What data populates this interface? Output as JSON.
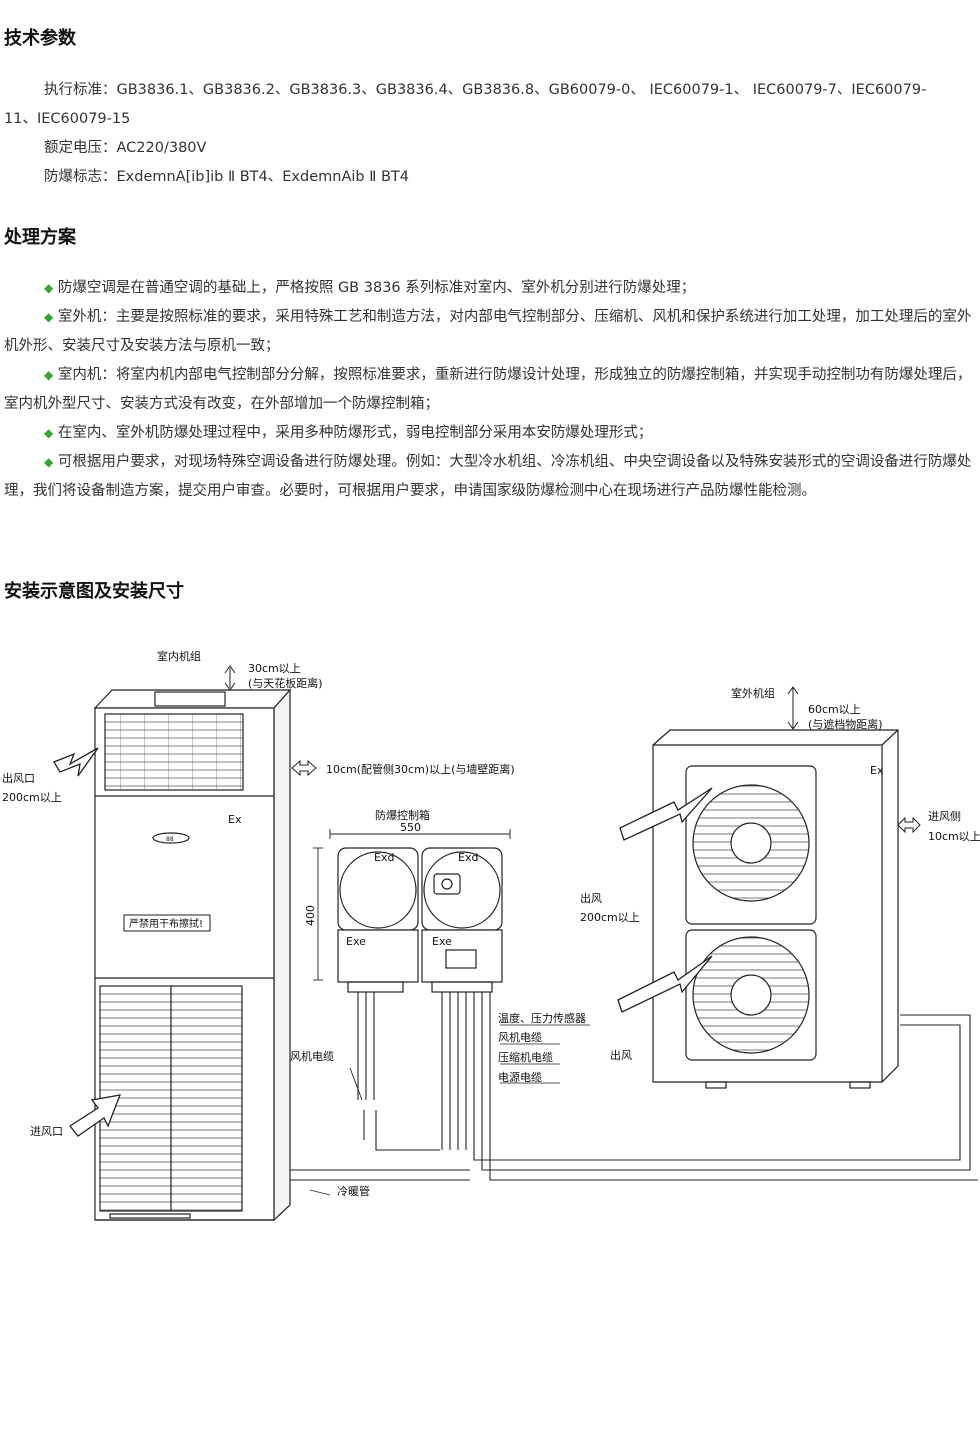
{
  "tech": {
    "heading": "技术参数",
    "standards_label": "执行标准：",
    "standards_line1": "GB3836.1、GB3836.2、GB3836.3、GB3836.4、GB3836.8、GB60079-0、 IEC60079-1、 IEC60079-7、IEC60079-",
    "standards_line2": "11、IEC60079-15",
    "voltage_label": "额定电压：",
    "voltage_value": "AC220/380V",
    "mark_label": "防爆标志：",
    "mark_value": "ExdemnA[ib]ib Ⅱ BT4、ExdemnAib Ⅱ BT4"
  },
  "treatment": {
    "heading": "处理方案",
    "bullet": "◆",
    "items": [
      "防爆空调是在普通空调的基础上，严格按照 GB 3836 系列标准对室内、室外机分别进行防爆处理；",
      "室外机：主要是按照标准的要求，采用特殊工艺和制造方法，对内部电气控制部分、压缩机、风机和保护系统进行加工处理，加工处理后的室外机外形、安装尺寸及安装方法与原机一致；",
      "室内机：将室内机内部电气控制部分分解，按照标准要求，重新进行防爆设计处理，形成独立的防爆控制箱，并实现手动控制功有防爆处理后，室内机外型尺寸、安装方式没有改变，在外部增加一个防爆控制箱；",
      "在室内、室外机防爆处理过程中，采用多种防爆形式，弱电控制部分采用本安防爆处理形式；",
      "可根据用户要求，对现场特殊空调设备进行防爆处理。例如：大型冷水机组、冷冻机组、中央空调设备以及特殊安装形式的空调设备进行防爆处理，我们将设备制造方案，提交用户审查。必要时，可根据用户要求，申请国家级防爆检测中心在现场进行产品防爆性能检测。"
    ]
  },
  "install": {
    "heading": "安装示意图及安装尺寸",
    "indoor_unit": "室内机组",
    "clear_top_1": "30cm以上",
    "clear_top_2": "(与天花板距离)",
    "outlet_1": "出风口",
    "outlet_2": "200cm以上",
    "side_clear": "10cm(配管侧30cm)以上(与墙壁距离)",
    "ex": "Ex",
    "badge": "88",
    "warning": "严禁用干布擦拭!",
    "inlet": "进风口",
    "box_title": "防爆控制箱",
    "box_width": "550",
    "box_height": "400",
    "exd": "Exd",
    "exe": "Exe",
    "cable_sensor": "温度、压力传感器",
    "cable_fan": "风机电缆",
    "cable_comp": "压缩机电缆",
    "cable_power": "电源电缆",
    "cable_fan_left": "风机电缆",
    "pipe": "冷暖管",
    "outdoor_unit": "室外机组",
    "clear_out_1": "60cm以上",
    "clear_out_2": "(与遮档物距离)",
    "side_in_1": "进风侧",
    "side_in_2": "10cm以上",
    "out_air_1": "出风",
    "out_air_2": "200cm以上",
    "out_air_3": "出风"
  }
}
